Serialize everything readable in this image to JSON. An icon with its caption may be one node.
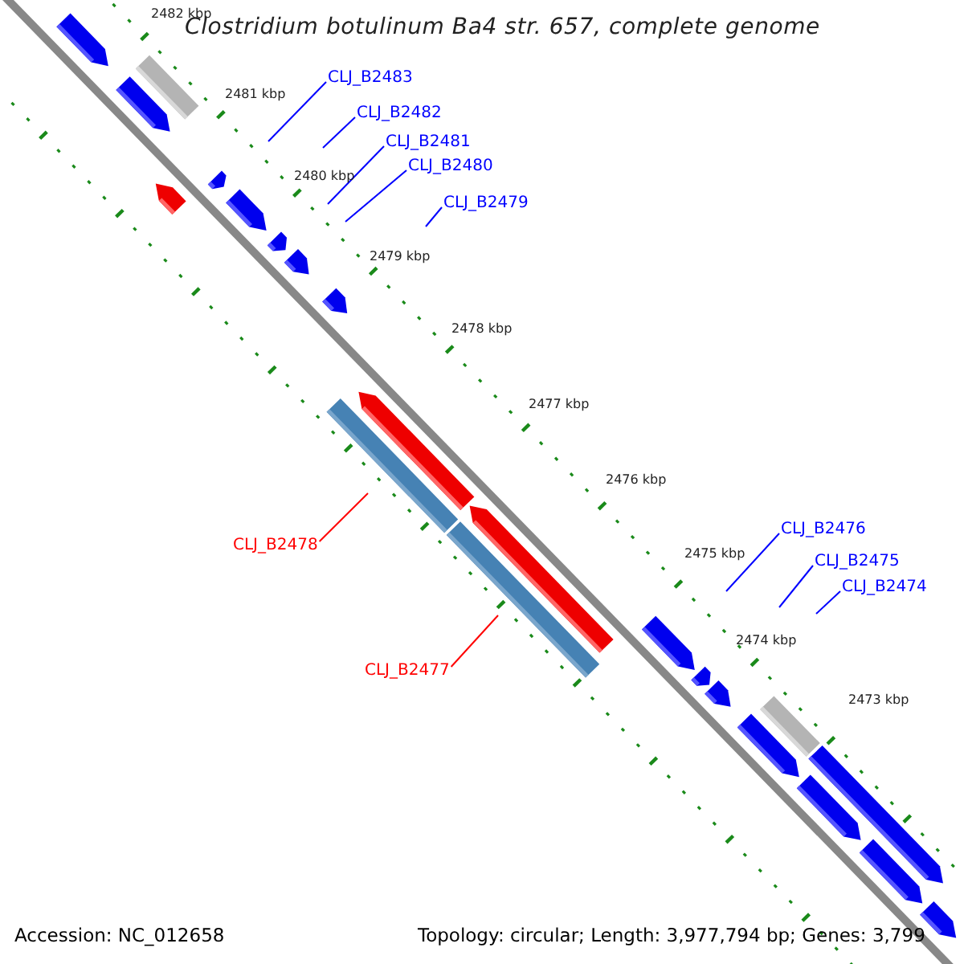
{
  "diagram": {
    "title": "Clostridium botulinum Ba4 str. 657, complete genome",
    "nodes": [
      {
        "text": [
          "CLJ_B2483"
        ]
      },
      {
        "text": [
          "CLJ_B2482"
        ]
      },
      {
        "text": [
          "CLJ_B2481"
        ]
      },
      {
        "text": [
          "CLJ_B2480"
        ]
      },
      {
        "text": [
          "CLJ_B2479"
        ]
      },
      {
        "text": [
          "CLJ_B2478"
        ]
      },
      {
        "text": [
          "CLJ_B2477"
        ]
      },
      {
        "text": [
          "CLJ_B2476"
        ]
      },
      {
        "text": [
          "CLJ_B2475"
        ]
      },
      {
        "text": [
          "CLJ_B2474"
        ]
      }
    ],
    "edges": [
      {
        "from": 0,
        "to": null,
        "arrow": "none",
        "color": "#0000ff"
      },
      {
        "from": 1,
        "to": null,
        "arrow": "none",
        "color": "#0000ff"
      },
      {
        "from": 2,
        "to": null,
        "arrow": "none",
        "color": "#0000ff"
      },
      {
        "from": 3,
        "to": null,
        "arrow": "none",
        "color": "#0000ff"
      },
      {
        "from": 4,
        "to": null,
        "arrow": "none",
        "color": "#0000ff"
      },
      {
        "from": 5,
        "to": null,
        "arrow": "none",
        "color": "#ff0000"
      },
      {
        "from": 6,
        "to": null,
        "arrow": "none",
        "color": "#ff0000"
      },
      {
        "from": 7,
        "to": null,
        "arrow": "none",
        "color": "#0000ff"
      },
      {
        "from": 8,
        "to": null,
        "arrow": "none",
        "color": "#0000ff"
      },
      {
        "from": 9,
        "to": null,
        "arrow": "none",
        "color": "#0000ff"
      }
    ],
    "labels": [
      "2482 kbp",
      "2481 kbp",
      "2480 kbp",
      "2479 kbp",
      "2478 kbp",
      "2477 kbp",
      "2476 kbp",
      "2475 kbp",
      "2474 kbp",
      "2473 kbp",
      "Accession: NC_012658",
      "Topology: circular; Length: 3,977,794 bp; Genes: 3,799"
    ]
  }
}
